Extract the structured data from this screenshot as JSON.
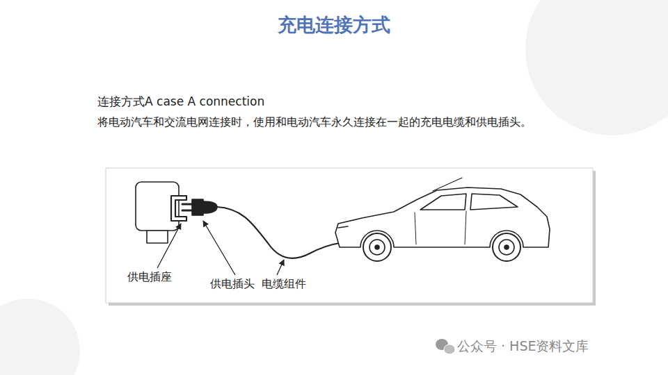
{
  "diagram": {
    "title": "充电连接方式",
    "labels": [
      "连接方式A case A connection",
      "将电动汽车和交流电网连接时，使用和电动汽车永久连接在一起的充电电缆和供电插头。",
      "供电插座",
      "供电插头",
      "电缆组件",
      "公众号 · HSE资料文库"
    ]
  }
}
